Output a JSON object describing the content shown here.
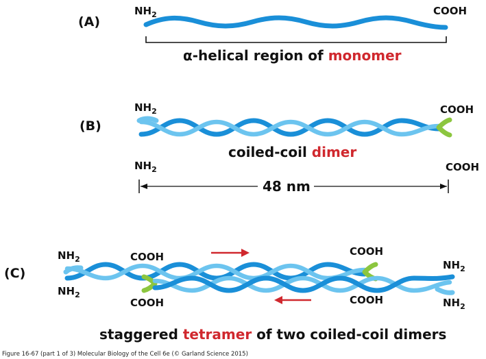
{
  "panel_a": {
    "label": "(A)",
    "nh2": "NH",
    "nh2_sub": "2",
    "cooh": "COOH",
    "caption_alpha": "α",
    "caption_main": "-helical region of ",
    "caption_red": "monomer"
  },
  "panel_b": {
    "label": "(B)",
    "nh2_top": "NH",
    "nh2_top_sub": "2",
    "cooh_top": "COOH",
    "caption_main": "coiled-coil ",
    "caption_red": "dimer",
    "nh2_bottom": "NH",
    "nh2_bottom_sub": "2",
    "cooh_bottom": "COOH",
    "length": "48 nm"
  },
  "panel_c": {
    "label": "(C)",
    "nh2_left_top": "NH",
    "nh2_left_top_sub": "2",
    "nh2_left_bottom": "NH",
    "nh2_left_bottom_sub": "2",
    "cooh_upper_left": "COOH",
    "cooh_upper_right": "COOH",
    "cooh_lower_left": "COOH",
    "cooh_lower_right": "COOH",
    "nh2_right_top": "NH",
    "nh2_right_top_sub": "2",
    "nh2_right_bottom": "NH",
    "nh2_right_bottom_sub": "2",
    "caption_pre": "staggered ",
    "caption_red": "tetramer",
    "caption_post": " of two coiled-coil dimers"
  },
  "figure_caption": "Figure 16-67 (part 1 of 3)  Molecular Biology of the Cell 6e (© Garland Science 2015)",
  "colors": {
    "dark_blue": "#1a8fd8",
    "light_blue": "#6cc4ef",
    "green": "#8cc63f",
    "red": "#d0282e",
    "text": "#111111"
  }
}
